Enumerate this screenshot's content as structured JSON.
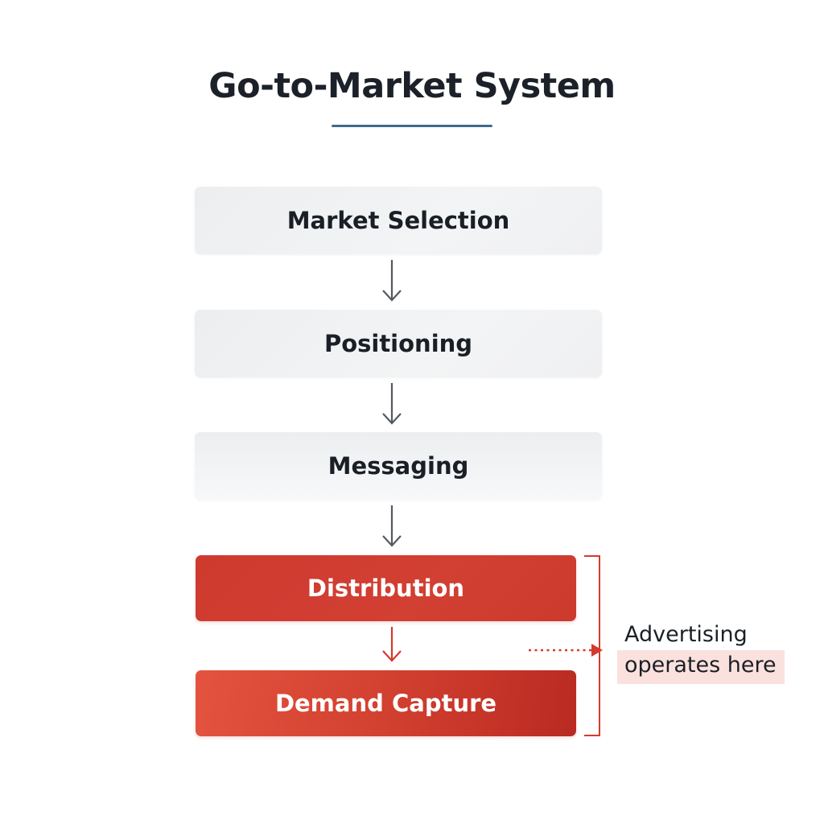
{
  "title": "Go-to-Market System",
  "colors": {
    "title_text": "#1c2129",
    "underline": "#3f6b8c",
    "neutral_box": "#eff0f2",
    "accent": "#d33a2d",
    "arrow_neutral": "#555a60",
    "callout_highlight": "#fbe1de"
  },
  "steps": [
    {
      "label": "Market Selection",
      "style": "neutral"
    },
    {
      "label": "Positioning",
      "style": "neutral"
    },
    {
      "label": "Messaging",
      "style": "neutral"
    },
    {
      "label": "Distribution",
      "style": "accent"
    },
    {
      "label": "Demand Capture",
      "style": "accent"
    }
  ],
  "callout": {
    "line1": "Advertising",
    "line2": "operates here",
    "spans_steps": [
      "Distribution",
      "Demand Capture"
    ]
  }
}
